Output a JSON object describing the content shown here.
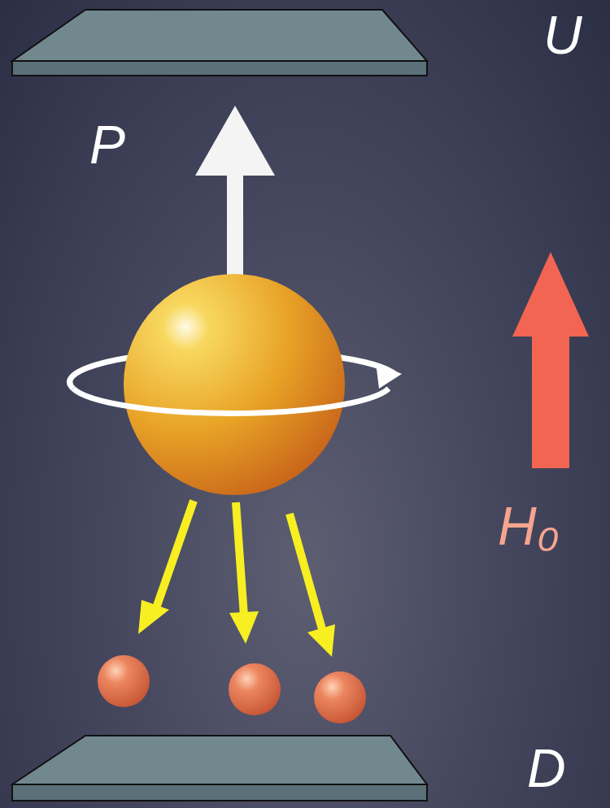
{
  "diagram": {
    "labels": [
      "U",
      "P",
      "H₀",
      "D"
    ]
  }
}
